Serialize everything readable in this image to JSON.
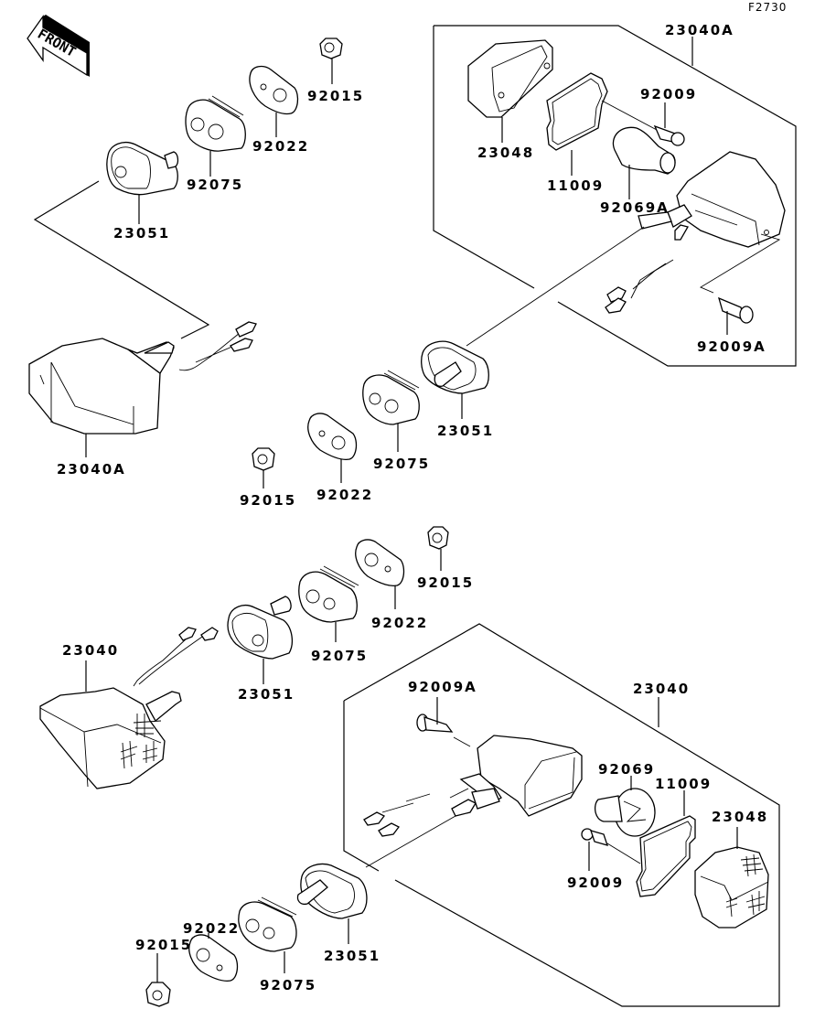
{
  "diagram": {
    "code": "F2730",
    "front_label": "FRONT",
    "colors": {
      "line": "#000000",
      "background": "#ffffff"
    },
    "labels": {
      "tl_23051": "23051",
      "tl_92075": "92075",
      "tl_92022": "92022",
      "tl_92015": "92015",
      "tr_23040A": "23040A",
      "tr_23048": "23048",
      "tr_11009": "11009",
      "tr_92009": "92009",
      "tr_92069A": "92069A",
      "tr_92009A": "92009A",
      "ml_23040A": "23040A",
      "mc_23051": "23051",
      "mc_92075": "92075",
      "mc_92022": "92022",
      "mc_92015": "92015",
      "bl_23040": "23040",
      "bc_23051": "23051",
      "bc_92075": "92075",
      "bc_92022": "92022",
      "bc_92015": "92015",
      "br_23040": "23040",
      "br_92009A": "92009A",
      "br_92069": "92069",
      "br_11009": "11009",
      "br_23048": "23048",
      "br_92009": "92009",
      "bb_23051": "23051",
      "bb_92075": "92075",
      "bb_92022": "92022",
      "bb_92015": "92015"
    }
  }
}
